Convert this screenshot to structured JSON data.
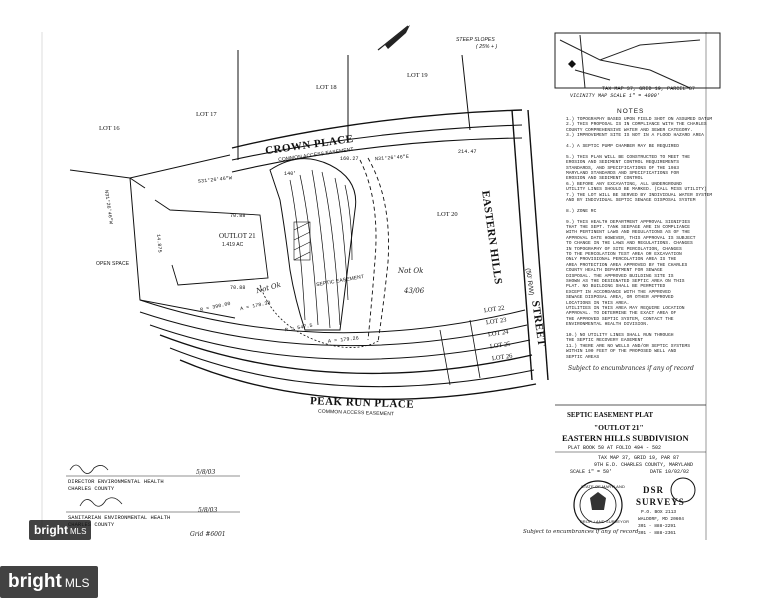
{
  "plat": {
    "street_crown": "CROWN PLACE",
    "crown_sub": "COMMON ACCESS EASEMENT",
    "street_peak": "PEAK RUN PLACE",
    "peak_sub": "COMMON ACCESS EASEMENT",
    "street_eastern": "EASTERN HILLS",
    "street_eastern_2": "(50' R/W)",
    "street_eastern_3": "STREET",
    "lots": {
      "lot16": "LOT 16",
      "lot17": "LOT 17",
      "lot18": "LOT 18",
      "lot19": "LOT 19",
      "lot20": "LOT 20",
      "lot22": "LOT 22",
      "lot23": "LOT 23",
      "lot24": "LOT 24",
      "lot25": "LOT 25",
      "lot26": "LOT 26"
    },
    "outlot": "OUTLOT 21",
    "outlot_area": "1.419 AC",
    "open_space": "OPEN SPACE",
    "steep_slopes": "STEEP SLOPES",
    "steep_slopes_2": "( 25% + )",
    "septic_easement": "SEPTIC EASEMENT",
    "curve_r": "R = 390.00",
    "curve_a": "A = 178.38",
    "curve_r2": "R = 547.5",
    "curve_a2": "A = 179.26",
    "bearing_1": "N31°26'46\"E",
    "bearing_2": "S31°26'46\"W",
    "bearing_3": "N31°26'46\"W",
    "dist_1": "160.27",
    "dist_2": "214.47",
    "dist_3": "70.88",
    "dist_4": "70.88",
    "dist_5": "14.875",
    "dist_6": "140'",
    "hand_note_1": "Not Ok",
    "hand_note_2": "Not Ok",
    "hand_note_3": "43/06"
  },
  "vicinity": {
    "caption": "VICINITY MAP  SCALE 1\" = 4000'",
    "tax_map": "TAX MAP 37, GRID 19, PARCEL 87"
  },
  "notes": {
    "heading": "NOTES",
    "lines": [
      "1.) TOPOGRAPHY BASED UPON FIELD SHOT ON ASSUMED DATUM",
      "2.) THIS PROPOSAL IS IN COMPLIANCE WITH THE CHARLES",
      "    COUNTY COMPREHENSIVE WATER AND SEWER CATEGORY.",
      "3.) IMPROVEMENT SITE IS NOT IN A FLOOD HAZARD AREA",
      "",
      "4.) A SEPTIC PUMP CHAMBER MAY BE REQUIRED",
      "",
      "5.) THIS PLAN WILL BE CONSTRUCTED TO MEET THE",
      "    EROSION AND SEDIMENT CONTROL REQUIREMENTS",
      "    STANDARDS, AND SPECIFICATIONS OF THE 1983",
      "    MARYLAND STANDARDS AND SPECIFICATIONS FOR",
      "    EROSION AND SEDIMENT CONTROL",
      "6.) BEFORE ANY EXCAVATING, ALL UNDERGROUND",
      "    UTILITY LINES SHOULD BE MARKED. (CALL MISS UTILITY)",
      "7.) THE LOT WILL BE SERVED BY INDIVIDUAL WATER SYSTEM",
      "    AND BY INDIVIDUAL SEPTIC SEWAGE DISPOSAL SYSTEM",
      "",
      "8.) ZONE   RC",
      "",
      "9.) THIS HEALTH DEPARTMENT APPROVAL SIGNIFIES",
      "    THAT THE SEPT. TANK SEEPAGE ARE IN COMPLIANCE",
      "    WITH PERTINENT LAWS AND REGULATIONS AS OF THE",
      "    APPROVAL DATE HOWEVER, THIS APPROVAL IS SUBJECT",
      "    TO CHANGE IN THE LAWS AND REGULATIONS. CHANGES",
      "    IN TOPOGRAPHY OF SITE PERCOLATION, CHANGES",
      "    TO THE PERCOLATION TEST AREA OR EXCAVATION",
      "    ONLY PROVISIONAL PERCOLATION AREA IS THE",
      "    AREA PROTECTION AREA APPROVED BY THE CHARLES",
      "    COUNTY HEALTH DEPARTMENT FOR SEWAGE",
      "    DISPOSAL. THE APPROVED BUILDING SITE IS",
      "    SHOWN AS THE DESIGNATED SEPTIC AREA ON THIS",
      "    PLAT. NO BUILDING SHALL BE PERMITTED",
      "    EXCEPT IN ACCORDANCE WITH THE APPROVED",
      "    SEWAGE DISPOSAL AREA, OR OTHER APPROVED",
      "    LOCATIONS IN THIS AREA.",
      "    UTILITIES IN THIS AREA MAY REQUIRE LOCATION",
      "    APPROVAL. TO DETERMINE THE EXACT AREA OF",
      "    THE APPROVED SEPTIC SYSTEM, CONTACT THE",
      "    ENVIRONMENTAL HEALTH DIVISION.",
      "",
      "10.) NO UTILITY LINES SHALL RUN THROUGH",
      "     THE SEPTIC RECOVERY EASEMENT",
      "11.) THERE ARE NO WELLS AND/OR SEPTIC SYSTEMS",
      "     WITHIN 100 FEET OF THE PROPOSED WELL AND",
      "     SEPTIC AREAS"
    ],
    "subject_1": "Subject to encumbrances if any of record",
    "subject_2": "Subject to encumbrances if any of record"
  },
  "title_block": {
    "heading": "SEPTIC EASEMENT PLAT",
    "outlot": "\"OUTLOT 21\"",
    "subdivision": "EASTERN HILLS SUBDIVISION",
    "plat_book": "PLAT BOOK    50   AT FOLIO  494 - 502",
    "tax_map": "TAX MAP 37, GRID 19, PAR 87",
    "district": "9TH E.D. CHARLES COUNTY, MARYLAND",
    "scale": "SCALE 1\" = 50'",
    "date": "DATE  10/02/02"
  },
  "firm": {
    "name_1": "DSR",
    "name_2": "SURVEYS",
    "po_box": "P.O. BOX 2113",
    "city": "WALDORF, MD 20604",
    "phone_1": "301 - 888-2291",
    "phone_2": "301 - 888-2361"
  },
  "seal": {
    "text_top": "STATE OF MARYLAND",
    "text_bottom": "PROP. LAND SURVEYOR"
  },
  "signatures": {
    "sig1_title": "DIRECTOR ENVIRONMENTAL HEALTH",
    "sig1_county": "CHARLES COUNTY",
    "sig1_date": "5/8/03",
    "sig2_title": "SANITARIAN ENVIRONMENTAL HEALTH",
    "sig2_county": "CHARLES COUNTY",
    "sig2_date": "5/8/03",
    "handnote": "Grid #6001"
  },
  "watermarks": {
    "brand_a": "bright",
    "brand_b": "MLS"
  },
  "colors": {
    "ink": "#1a1a1a",
    "watermark_bg": "#1e1e1e"
  }
}
